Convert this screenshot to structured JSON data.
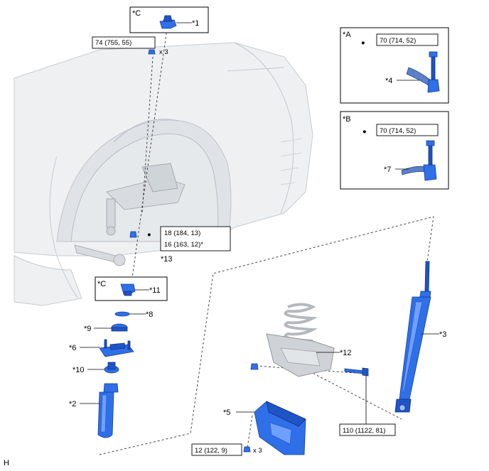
{
  "corner_mark": "H",
  "labels": {
    "c1": "*1",
    "c2": "*2",
    "c3": "*3",
    "c4": "*4",
    "c5": "*5",
    "c6": "*6",
    "c7": "*7",
    "c8": "*8",
    "c9": "*9",
    "c10": "*10",
    "c11": "*11",
    "c12": "*12",
    "c13": "*13"
  },
  "insets": {
    "C_top": "*C",
    "A": "*A",
    "B": "*B",
    "C_mid": "*C"
  },
  "torque": {
    "top_nut": "74 (755, 55)",
    "top_nut_qty": "x 3",
    "inset_A": "70 (714, 52)",
    "inset_B": "70 (714, 52)",
    "stab_nut_1": "18 (184, 13)",
    "stab_nut_2": "16 (163, 12)*",
    "lower_bolt": "110 (1122, 81)",
    "cover_bolt": "12 (122, 9)",
    "cover_bolt_qty": "x 3"
  },
  "marks": {
    "dot": "●"
  }
}
